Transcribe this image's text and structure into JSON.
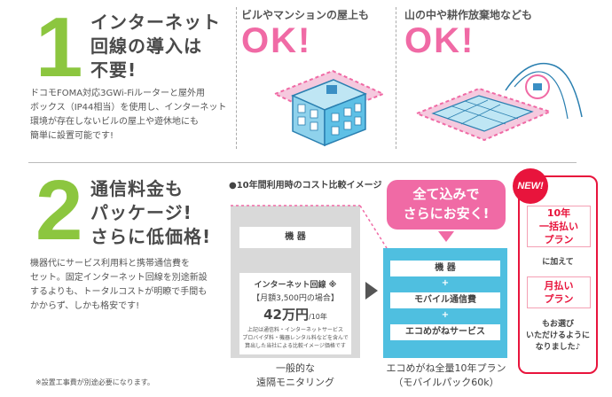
{
  "section1": {
    "number": "1",
    "heading_lines": [
      "インターネット",
      "回線の導入は",
      "不要!"
    ],
    "body_lines": [
      "ドコモFOMA対応3GWi-Fiルーターと屋外用",
      "ボックス（IP44相当）を使用し、インターネット",
      "環境が存在しないビルの屋上や遊休地にも",
      "簡単に設置可能です!"
    ],
    "panel1_title": "ビルやマンションの屋上も",
    "panel1_ok": "OK!",
    "panel2_title": "山の中や耕作放棄地なども",
    "panel2_ok": "OK!"
  },
  "section2": {
    "number": "2",
    "heading_lines": [
      "通信料金も",
      "パッケージ!",
      "さらに低価格!"
    ],
    "body_lines": [
      "機器代にサービス利用料と携帯通信費を",
      "セット。固定インターネット回線を別途新設",
      "するよりも、トータルコストが明瞭で手間も",
      "かからず、しかも格安です!"
    ],
    "footnote": "※設置工事費が別途必要になります。",
    "comparison_title": "●10年間利用時のコスト比較イメージ",
    "left": {
      "equipment": "機 器",
      "line_label": "インターネット回線 ※",
      "monthly": "【月額3,500円の場合】",
      "price": "42万円",
      "price_unit": "/10年",
      "note_lines": [
        "上記は通信料・インターネットサービス",
        "プロバイダ料・機器レンタル料などを含んで",
        "算出した当社による比較イメージ価格です"
      ],
      "caption_lines": [
        "一般的な",
        "遠隔モニタリング"
      ]
    },
    "right": {
      "bubble_lines": [
        "全て込みで",
        "さらにお安く!"
      ],
      "items": [
        "機 器",
        "モバイル通信費",
        "エコめがねサービス"
      ],
      "plus": "+",
      "caption_lines": [
        "エコめがね全量10年プラン",
        "（モバイルパック60k）"
      ]
    },
    "promo": {
      "new_badge": "NEW!",
      "plan1_lines": [
        "10年",
        "一括払い",
        "プラン"
      ],
      "joiner": "に加えて",
      "plan2_lines": [
        "月払い",
        "プラン"
      ],
      "closing_lines": [
        "もお選び",
        "いただけるように",
        "なりました♪"
      ]
    }
  },
  "colors": {
    "green": "#8cc63f",
    "pink": "#f06aa5",
    "blue": "#4fbfe0",
    "red": "#e8143c",
    "gray": "#d9d9d9"
  }
}
